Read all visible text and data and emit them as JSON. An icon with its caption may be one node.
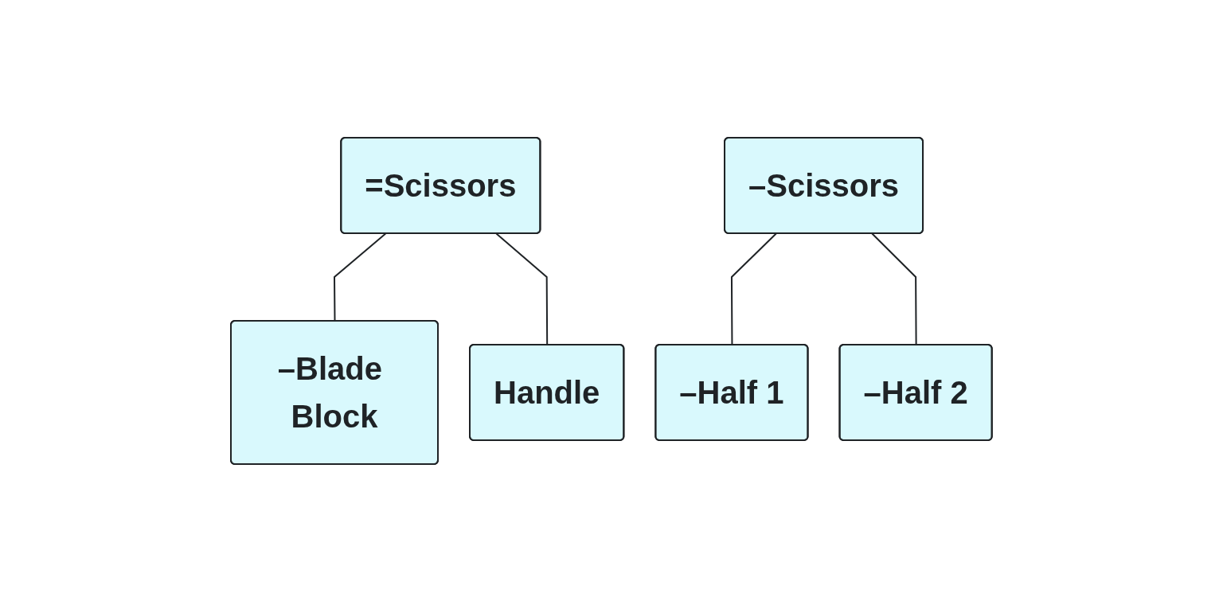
{
  "diagram": {
    "nodes": [
      {
        "text": [
          "=Scissors"
        ]
      },
      {
        "text": [
          "–Blade Block"
        ]
      },
      {
        "text": [
          "Handle"
        ]
      },
      {
        "text": [
          "–Scissors"
        ]
      },
      {
        "text": [
          "–Half 1"
        ]
      },
      {
        "text": [
          "–Half 2"
        ]
      }
    ],
    "edges": [
      {
        "from": 0,
        "to": 1,
        "arrow": "none"
      },
      {
        "from": 0,
        "to": 2,
        "arrow": "none"
      },
      {
        "from": 3,
        "to": 4,
        "arrow": "none"
      },
      {
        "from": 3,
        "to": 5,
        "arrow": "none"
      }
    ]
  }
}
